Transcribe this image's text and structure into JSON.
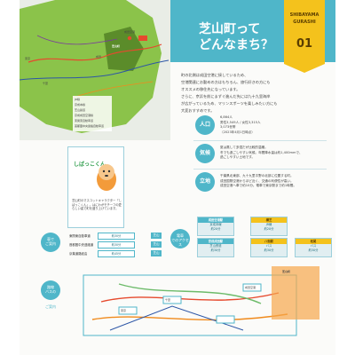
{
  "header": {
    "title_line1": "芝山町って",
    "title_line2": "どんなまち？",
    "ribbon_line1": "SHIBAYAMA",
    "ribbon_line2": "GURASHI",
    "ribbon_number": "01"
  },
  "intro": [
    "町の北側は成田空港に接しているため、",
    "空港関連にお勤めの方はもちろん、旅行好きの方にも",
    "オススメの移住先になっています。",
    "さらに、京浜を前にまずぐ進んだ先には九十九里海岸",
    "が広がっているため、マリンスポーツを楽しみたい方にも",
    "大変おすすめです。"
  ],
  "info": [
    {
      "label": "人口",
      "lines": [
        "6,864人",
        "男性3,549人 / 女性3,315人",
        "3,073世帯",
        "（2023年4月1日時点）"
      ]
    },
    {
      "label": "気候",
      "lines": [
        "夏は蒸して多湿だが比較的温暖。",
        "冬でも過ごしやすい気候。年間降水量は約1,400mmで、",
        "過ごしやすい土地です。"
      ]
    },
    {
      "label": "立地",
      "lines": [
        "千葉県北東部、九十九里平野の北部に位置する町。",
        "成田国際空港からほど近く、交通の利便性が高い。",
        "成田空港へ車で約10分。電車で東京駅まで約1時間。"
      ]
    }
  ],
  "map": {
    "legend": [
      "JR線",
      "京成本線",
      "芝山鉄道",
      "京成成田空港線",
      "東関東自動車道",
      "首都圏中央連絡自動車道"
    ],
    "labels": [
      "芝山町",
      "成田空港",
      "成田",
      "千葉",
      "東京"
    ]
  },
  "chara": {
    "name": "しばっこくん",
    "text": "芝山町のマスコットキャラクター「しばっこくん」。はにわがモチーフの愛らしい姿で町を盛り上げています。"
  },
  "access": {
    "car": {
      "head_line1": "車で",
      "head_line2": "ご案内",
      "routes": [
        {
          "from": "東関東自動車道",
          "via": "約30分",
          "to": "芝山"
        },
        {
          "from": "首都圏中央連絡道",
          "via": "約30分",
          "to": "芝山"
        },
        {
          "from": "京葉道路経由",
          "via": "約45分",
          "to": "芝山"
        }
      ]
    },
    "train": {
      "head_line1": "電車",
      "head_line2": "でのアクセス",
      "tiles": [
        {
          "title": "成田空港駅",
          "sub": "京成本線",
          "time": "約20分"
        },
        {
          "title": "京成成田駅",
          "sub": "芝山鉄道",
          "time": "約30分"
        },
        {
          "title": "芝山千代田駅",
          "sub": "約10分",
          "time": "約10分"
        },
        {
          "title": "横芝",
          "sub": "JR線",
          "time": "約20分"
        },
        {
          "title": "八街駅",
          "sub": "バス",
          "time": "約30分"
        },
        {
          "title": "松尾",
          "sub": "バス",
          "time": "約30分"
        }
      ]
    },
    "bus": {
      "head_line1": "路線",
      "head_line2": "バスの",
      "head_line3": "ご案内",
      "labels": [
        "芝山町",
        "成田空港",
        "千葉",
        "東京"
      ]
    }
  },
  "colors": {
    "accent": "#4fb6c9",
    "ribbon": "#f4c21c",
    "map_land": "#8bc34a",
    "map_town": "#5b8c2a"
  }
}
